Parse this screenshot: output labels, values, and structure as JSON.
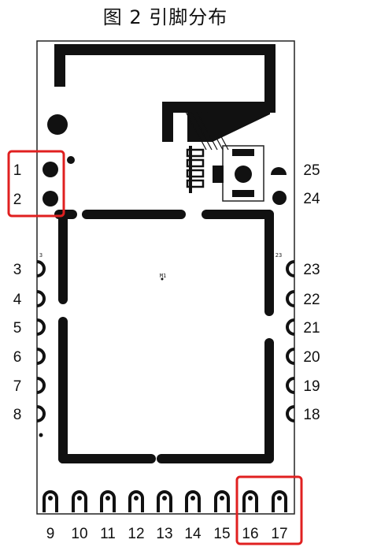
{
  "title": "图 2 引脚分布",
  "colors": {
    "ink": "#111111",
    "highlight": "#e02020",
    "outline": "#222222"
  },
  "pins": {
    "top_left": [
      "1",
      "2"
    ],
    "left": [
      "3",
      "4",
      "5",
      "6",
      "7",
      "8"
    ],
    "right_top": [
      "25",
      "24"
    ],
    "right": [
      "23",
      "22",
      "21",
      "20",
      "19",
      "18"
    ],
    "bottom": [
      "9",
      "10",
      "11",
      "12",
      "13",
      "14",
      "15",
      "16",
      "17"
    ]
  },
  "silkscreen": {
    "corner_left": "3",
    "corner_right": "23",
    "center": "M1"
  },
  "highlighted_pins": [
    "1",
    "2",
    "16",
    "17"
  ]
}
